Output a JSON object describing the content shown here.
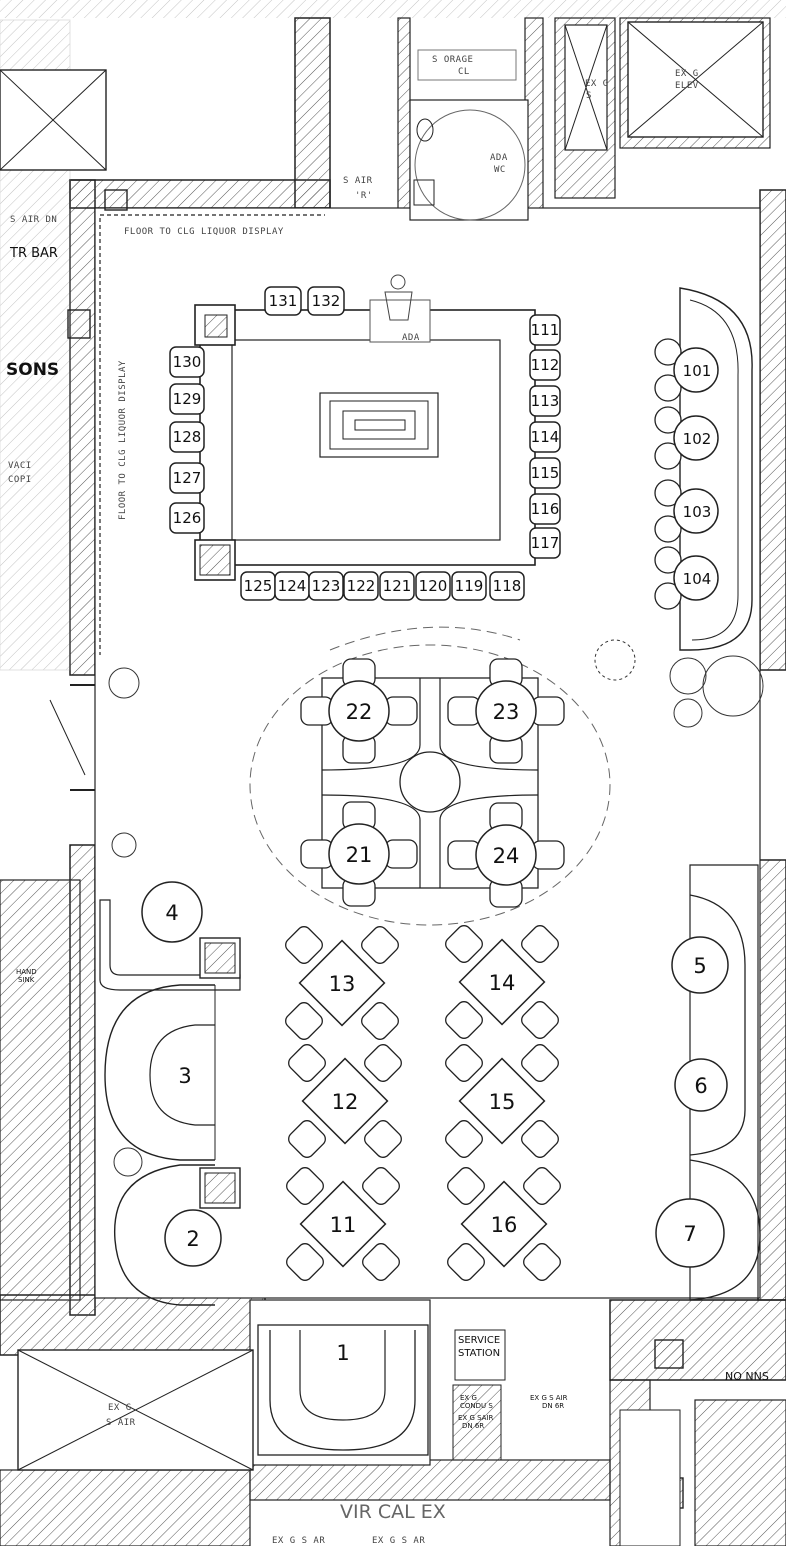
{
  "notes": {
    "liquor_display_top": "FLOOR TO CLG LIQUOR DISPLAY",
    "liquor_display_side": "FLOOR TO CLG LIQUOR DISPLAY",
    "storage": "S ORAGE",
    "storage_line2": "CL",
    "ada_wc": "ADA",
    "ada_wc_line2": "WC",
    "stair_r": "S AIR",
    "stair_r_line2": "'R'",
    "exg_stair": "EX G",
    "exg_stair_line2": "S",
    "exg_elev": "EX G",
    "exg_elev_line2": "ELEV",
    "ada": "ADA",
    "stair_dn": "S AIR DN",
    "str_bar": "TR BAR",
    "sons": "SONS",
    "vaca": "VACI",
    "copi": "COPI",
    "hand_sink": "HAND",
    "hand_sink_line2": "SINK",
    "exg_stair_bottom": "EX G",
    "exg_stair_bottom_line2": "S AIR",
    "service_station": "SERVICE",
    "service_station_line2": "STATION",
    "exg_conduit": "EX G",
    "exg_conduit_line2": "CONDU  S",
    "exg_stair_dn": "EX G S AIR",
    "exg_stair_dn_line2": "DN 6R",
    "exg_stair_dn2": "EX G SAIR",
    "exg_stair_dn2_line2": "DN 6R",
    "no_nns": "NO  NNS",
    "vir_cal": "VIR  CAL  EX",
    "exg_sar_a": "EX G S AR",
    "exg_sar_b": "EX G S AR"
  },
  "bar_seats_top": [
    "131",
    "132"
  ],
  "bar_seats_left": [
    "130",
    "129",
    "128",
    "127",
    "126"
  ],
  "bar_seats_right": [
    "111",
    "112",
    "113",
    "114",
    "115",
    "116",
    "117"
  ],
  "bar_seats_bottom": [
    "125",
    "124",
    "123",
    "122",
    "121",
    "120",
    "119",
    "118"
  ],
  "banquette_seats": [
    "101",
    "102",
    "103",
    "104"
  ],
  "tables": [
    "1",
    "2",
    "3",
    "4",
    "5",
    "6",
    "7",
    "11",
    "12",
    "13",
    "14",
    "15",
    "16",
    "21",
    "22",
    "23",
    "24"
  ]
}
